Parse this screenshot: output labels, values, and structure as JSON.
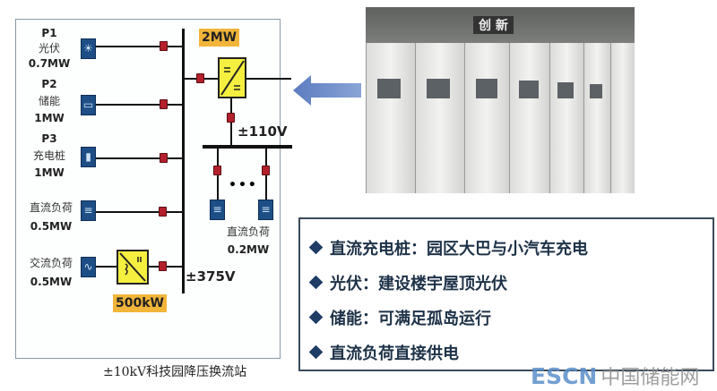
{
  "diagram": {
    "sources": [
      {
        "id": "P1",
        "name": "光伏",
        "power": "0.7MW",
        "icon": "solar-icon"
      },
      {
        "id": "P2",
        "name": "储能",
        "power": "1MW",
        "icon": "battery-icon"
      },
      {
        "id": "P3",
        "name": "充电桩",
        "power": "1MW",
        "icon": "charger-icon"
      }
    ],
    "dc_load": {
      "name": "直流负荷",
      "power": "0.5MW"
    },
    "ac_load": {
      "name": "交流负荷",
      "power": "0.5MW"
    },
    "converter_main": "2MW",
    "converter_ac": "500kW",
    "bus_375": "±375V",
    "bus_110": "±110V",
    "dc_load_110": {
      "name": "直流负荷",
      "power": "0.2MW"
    },
    "ellipsis": "•••",
    "caption": "±10kV科技园降压换流站"
  },
  "photo": {
    "sign": "创 新"
  },
  "bullets": [
    "直流充电桩：园区大巴与小汽车充电",
    "光伏：建设楼宇屋顶光伏",
    "储能：可满足孤岛运行",
    "直流负荷直接供电"
  ],
  "watermark": {
    "latin": "ESCN",
    "cn": "中国储能网"
  },
  "colors": {
    "accent_blue": "#1d4f86",
    "highlight": "#f1b53a",
    "converter": "#f5ef40",
    "breaker": "#b3202c"
  }
}
